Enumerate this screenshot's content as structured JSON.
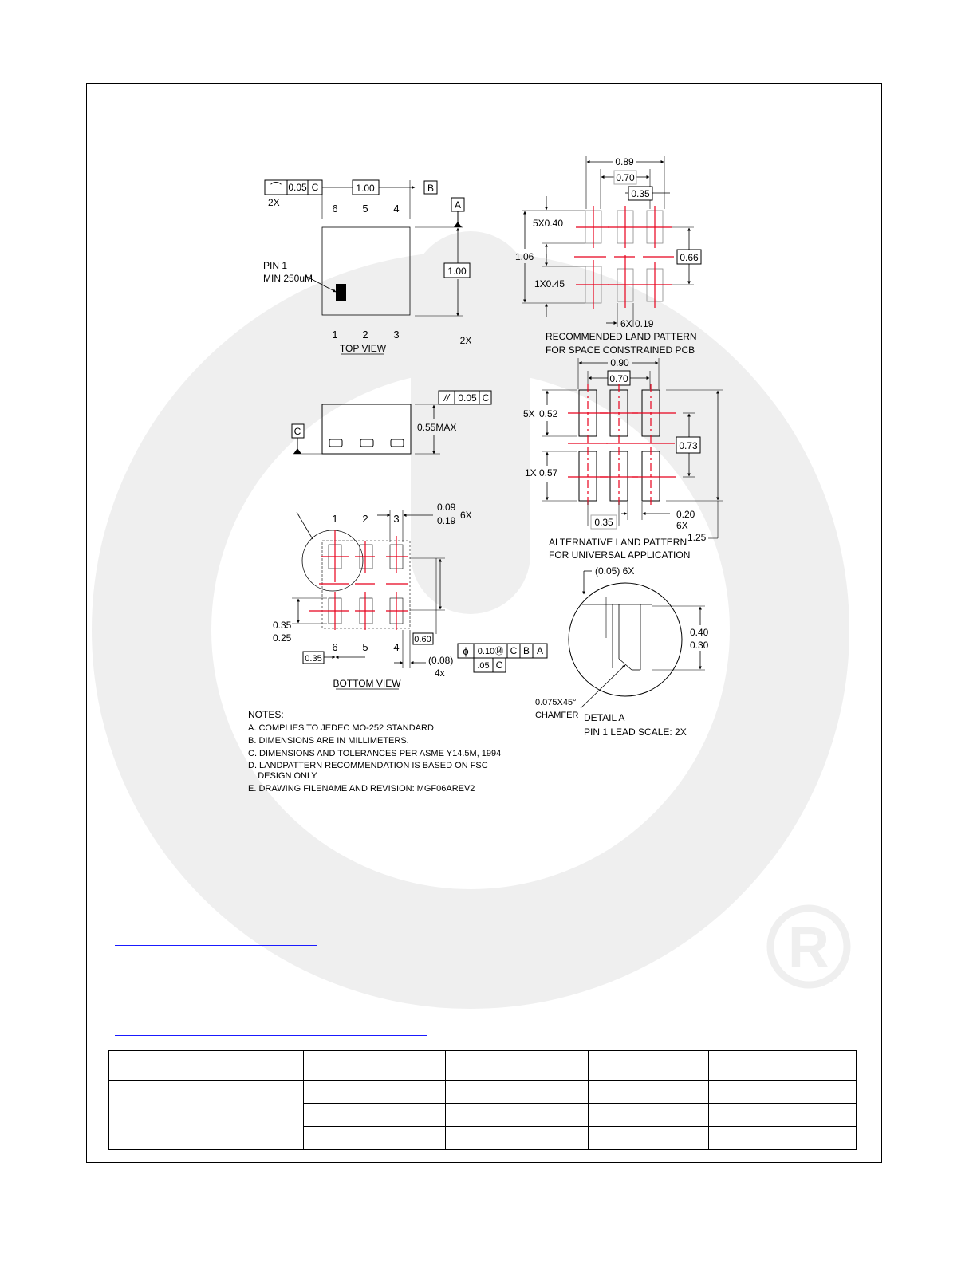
{
  "colors": {
    "centerline": "#e8001c",
    "ink": "#000000",
    "watermark": "#efefef",
    "link": "#1a1aff"
  },
  "top_view": {
    "flatness_symbol": "⌒",
    "flatness_value": "0.05",
    "flatness_datum": "C",
    "flatness_count": "2X",
    "width_dim": "1.00",
    "datum_b": "B",
    "datum_a": "A",
    "height_dim": "1.00",
    "height_count": "2X",
    "pins_top": [
      "6",
      "5",
      "4"
    ],
    "pins_bottom": [
      "1",
      "2",
      "3"
    ],
    "pin1_label": "PIN 1",
    "pin1_min": "MIN 250uM",
    "caption": "TOP VIEW"
  },
  "side_view": {
    "parallel_symbol": "//",
    "parallel_value": "0.05",
    "parallel_datum": "C",
    "height_max": "0.55MAX",
    "datum_c": "C"
  },
  "bottom_view": {
    "pins_top": [
      "1",
      "2",
      "3"
    ],
    "pins_bottom": [
      "6",
      "5",
      "4"
    ],
    "lead_width_max": "0.09",
    "lead_width_min": "0.19",
    "lead_width_count": "6X",
    "lead_len_max": "0.35",
    "lead_len_min": "0.25",
    "pitch": "0.35",
    "row_gap": "0.60",
    "edge_gap": "(0.08)",
    "edge_count": "4x",
    "position_symbol": "ϕ",
    "position_value": "0.10Ⓜ",
    "position_datum_1": "C",
    "position_datum_2": "B",
    "position_datum_3": "A",
    "position_value_2": ".05",
    "position_datum_4": "C",
    "caption": "BOTTOM VIEW"
  },
  "recommended_land": {
    "overall_width": "0.89",
    "inner_width": "0.70",
    "pitch": "0.35",
    "pad5_len": "5X0.40",
    "overall_height": "1.06",
    "pad1_len": "1X0.45",
    "row_pitch": "0.66",
    "pad_width": "6X  0.19",
    "caption_1": "RECOMMENDED LAND PATTERN",
    "caption_2": "FOR SPACE CONSTRAINED PCB"
  },
  "alternative_land": {
    "overall_width": "0.90",
    "inner_width": "0.70",
    "pad5_count": "5X",
    "pad5_len": "0.52",
    "row_pitch": "0.73",
    "pad1_count": "1X",
    "pad1_len": "0.57",
    "pitch": "0.35",
    "pad_width": "0.20",
    "pad_width_count": "6X",
    "overall_height": "1.25",
    "caption_1": "ALTERNATIVE LAND PATTERN",
    "caption_2": "FOR UNIVERSAL APPLICATION"
  },
  "detail_a": {
    "chamfer_gap": "(0.05) 6X",
    "lead_len_max": "0.40",
    "lead_len_min": "0.30",
    "chamfer_1": "0.075X45°",
    "chamfer_2": "CHAMFER",
    "title": "DETAIL A",
    "subtitle": "PIN 1 LEAD  SCALE: 2X"
  },
  "notes": {
    "heading": "NOTES:",
    "items": [
      "A. COMPLIES TO JEDEC MO-252 STANDARD",
      "B. DIMENSIONS ARE IN MILLIMETERS.",
      "C. DIMENSIONS AND TOLERANCES PER ASME Y14.5M, 1994",
      "D. LANDPATTERN RECOMMENDATION IS BASED ON FSC",
      "    DESIGN ONLY",
      "E. DRAWING FILENAME AND REVISION: MGF06AREV2"
    ]
  }
}
